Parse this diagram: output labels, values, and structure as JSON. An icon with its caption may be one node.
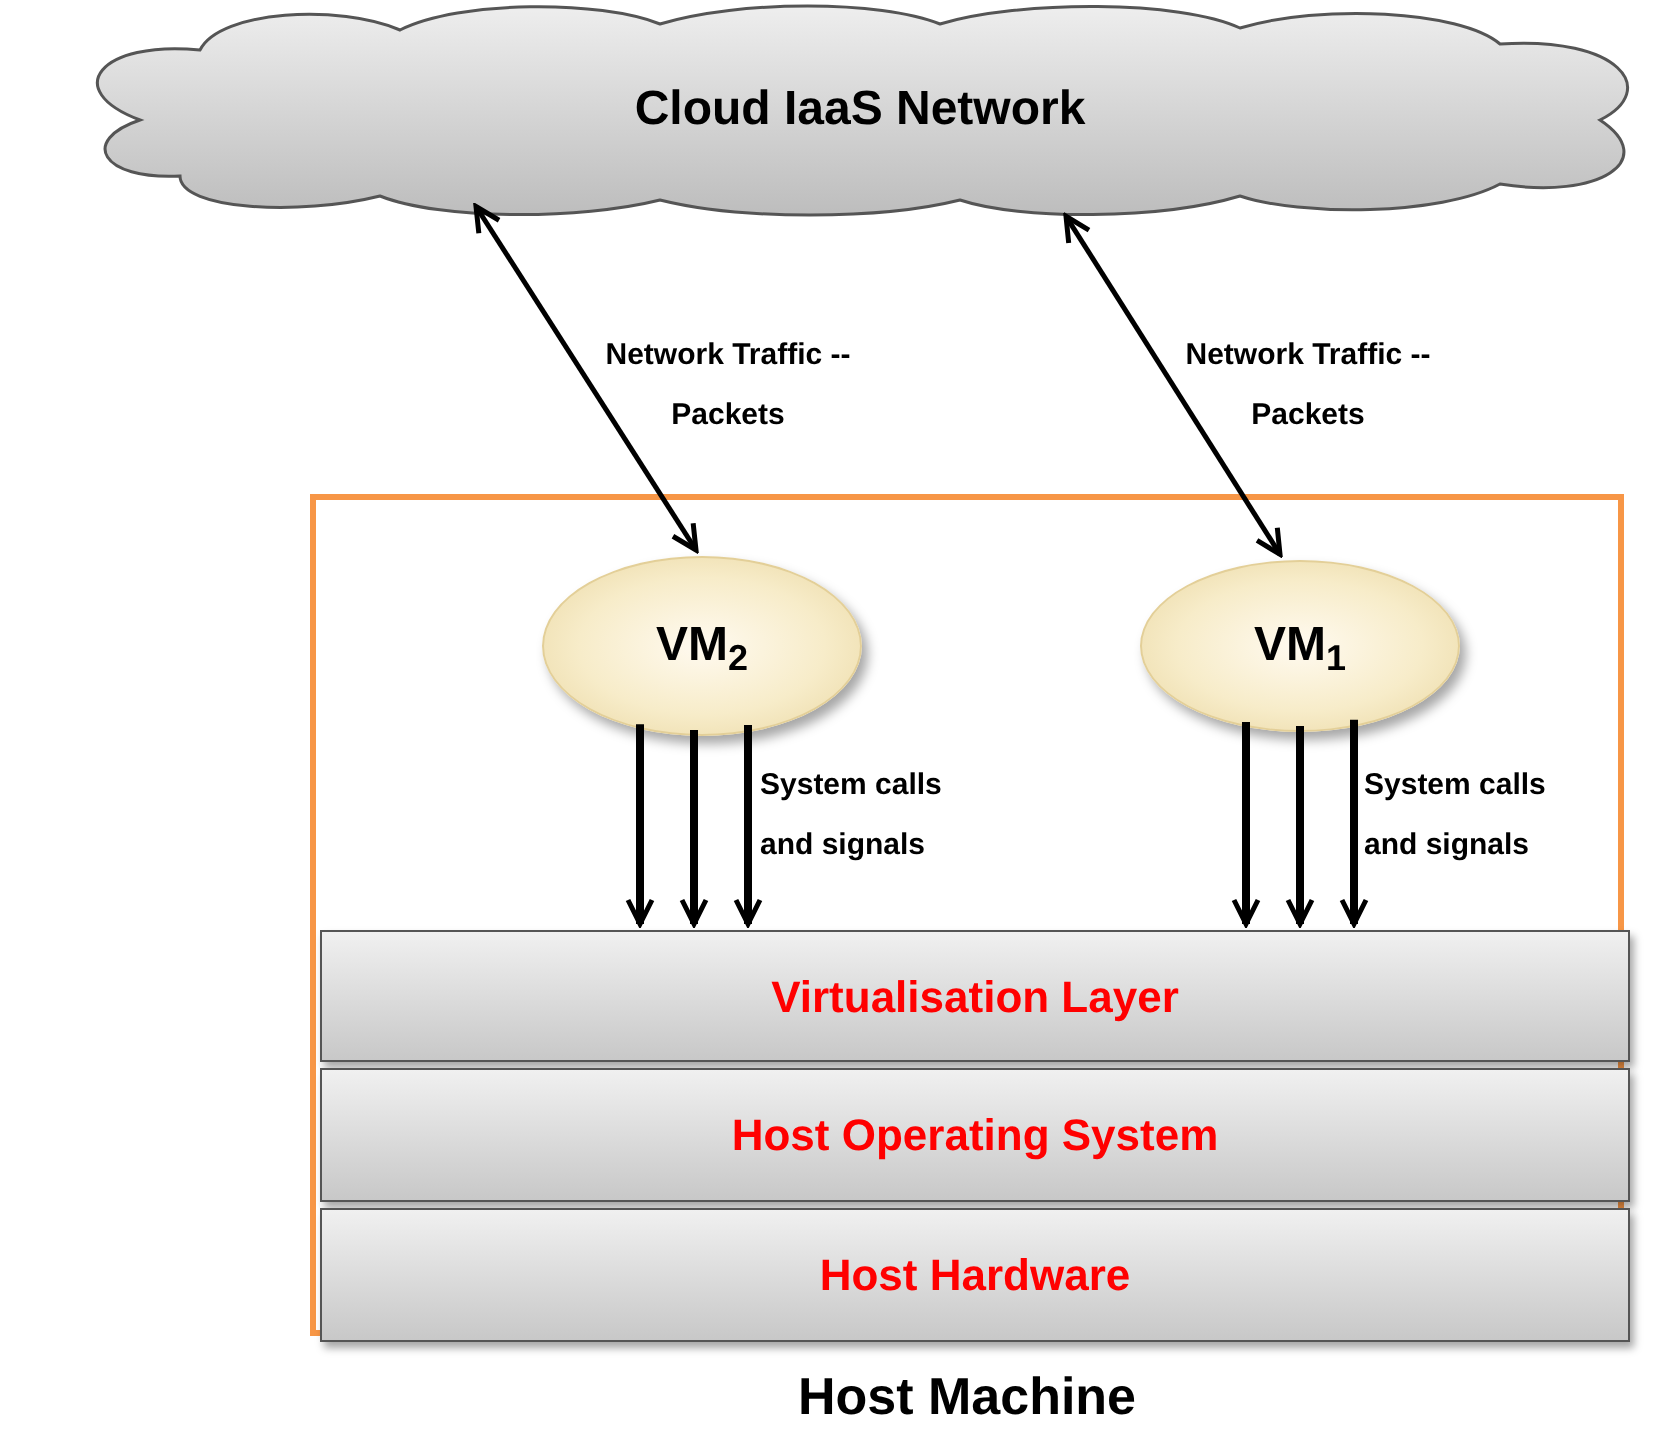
{
  "diagram": {
    "nodes": [
      {
        "text": [
          "Cloud IaaS Network"
        ]
      },
      {
        "text": [
          "Host Machine"
        ]
      },
      {
        "text": [
          "VM$_{2}$"
        ],
        "in": 1
      },
      {
        "text": [
          "VM$_{1}$"
        ],
        "in": 1
      },
      {
        "text": [
          "Virtualisation Layer"
        ],
        "in": 1
      },
      {
        "text": [
          "Host Operating System"
        ],
        "in": 1
      },
      {
        "text": [
          "Host Hardware"
        ],
        "in": 1
      }
    ],
    "edges": [
      {
        "from": 0,
        "to": 2,
        "arrow": "both",
        "label": "Network Traffic -- Packets"
      },
      {
        "from": 0,
        "to": 3,
        "arrow": "both",
        "label": "Network Traffic -- Packets"
      },
      {
        "from": 2,
        "to": 4,
        "arrow": "to"
      },
      {
        "from": 2,
        "to": 4,
        "arrow": "to"
      },
      {
        "from": 2,
        "to": 4,
        "arrow": "to",
        "label": "System calls and signals"
      },
      {
        "from": 3,
        "to": 4,
        "arrow": "to"
      },
      {
        "from": 3,
        "to": 4,
        "arrow": "to"
      },
      {
        "from": 3,
        "to": 4,
        "arrow": "to",
        "label": "System calls and signals"
      }
    ]
  }
}
